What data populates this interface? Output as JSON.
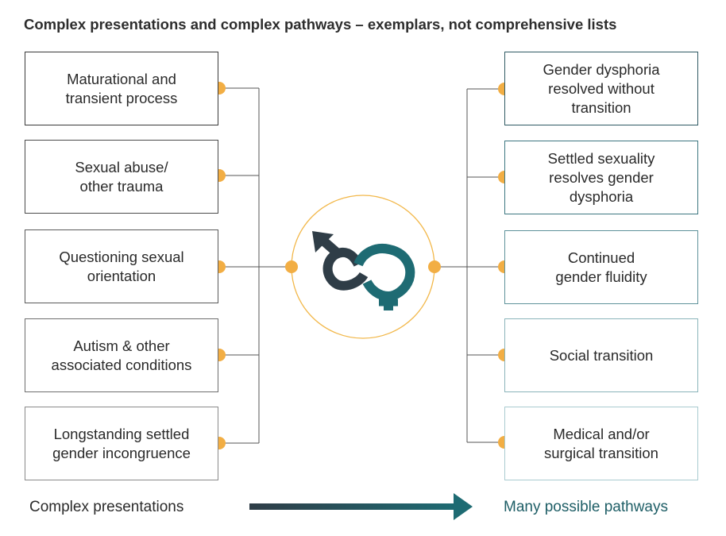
{
  "title": "Complex presentations and complex pathways – exemplars, not comprehensive lists",
  "left_boxes": [
    "Maturational and\ntransient process",
    "Sexual abuse/\nother trauma",
    "Questioning sexual\norientation",
    "Autism & other\nassociated conditions",
    "Longstanding settled\ngender incongruence"
  ],
  "right_boxes": [
    "Gender dysphoria\nresolved without\ntransition",
    "Settled sexuality\nresolves gender\ndysphoria",
    "Continued\ngender fluidity",
    "Social transition",
    "Medical and/or\nsurgical transition"
  ],
  "footer": {
    "left": "Complex presentations",
    "right": "Many possible pathways"
  },
  "colors": {
    "dot": "#f2ae44",
    "circle": "#f2b84b",
    "dark": "#2f3d47",
    "teal": "#1e6b73",
    "connector": "#555555"
  },
  "center_icon": "gender-symbol-icon",
  "arrow_icon": "gradient-arrow-icon"
}
